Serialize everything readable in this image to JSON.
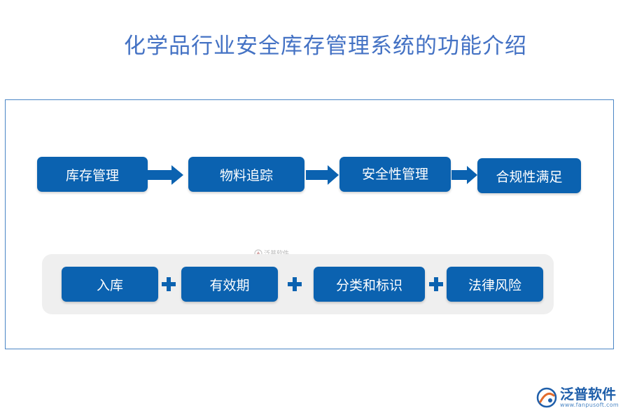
{
  "title": "化学品行业安全库存管理系统的功能介绍",
  "flow": {
    "steps": [
      "库存管理",
      "物料追踪",
      "安全性管理",
      "合规性满足"
    ]
  },
  "features": {
    "items": [
      "入库",
      "有效期",
      "分类和标识",
      "法律风险"
    ]
  },
  "watermark": {
    "text": "泛普软件"
  },
  "logo": {
    "name": "泛普软件",
    "url": "www.fanpusoft.com"
  },
  "colors": {
    "title": "#4472c4",
    "box": "#0b62b0",
    "frame": "#4a86c5",
    "panel": "#efefef"
  }
}
